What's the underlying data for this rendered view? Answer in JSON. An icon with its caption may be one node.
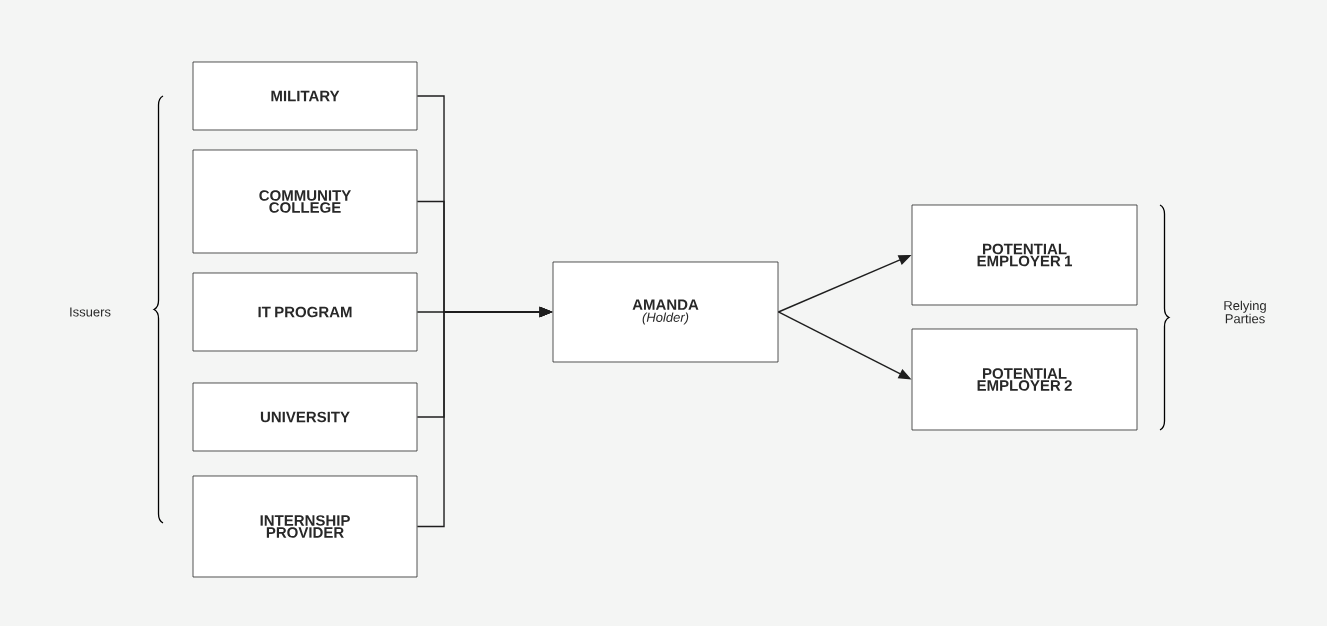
{
  "diagram": {
    "nodes": [
      {
        "text": [
          "MILITARY"
        ]
      },
      {
        "text": [
          "COMMUNITY COLLEGE"
        ]
      },
      {
        "text": [
          "IT PROGRAM"
        ]
      },
      {
        "text": [
          "UNIVERSITY"
        ]
      },
      {
        "text": [
          "INTERNSHIP PROVIDER"
        ]
      },
      {
        "text": [
          "AMANDA",
          "(Holder)"
        ]
      },
      {
        "text": [
          "POTENTIAL EMPLOYER 1"
        ]
      },
      {
        "text": [
          "POTENTIAL EMPLOYER 2"
        ]
      }
    ],
    "edges": [
      {
        "from": 0,
        "to": 5,
        "arrow": "to"
      },
      {
        "from": 1,
        "to": 5,
        "arrow": "to"
      },
      {
        "from": 2,
        "to": 5,
        "arrow": "to"
      },
      {
        "from": 3,
        "to": 5,
        "arrow": "to"
      },
      {
        "from": 4,
        "to": 5,
        "arrow": "to"
      },
      {
        "from": 5,
        "to": 6,
        "arrow": "to"
      },
      {
        "from": 5,
        "to": 7,
        "arrow": "to"
      }
    ],
    "labels": [
      "Issuers",
      "Relying Parties"
    ]
  }
}
